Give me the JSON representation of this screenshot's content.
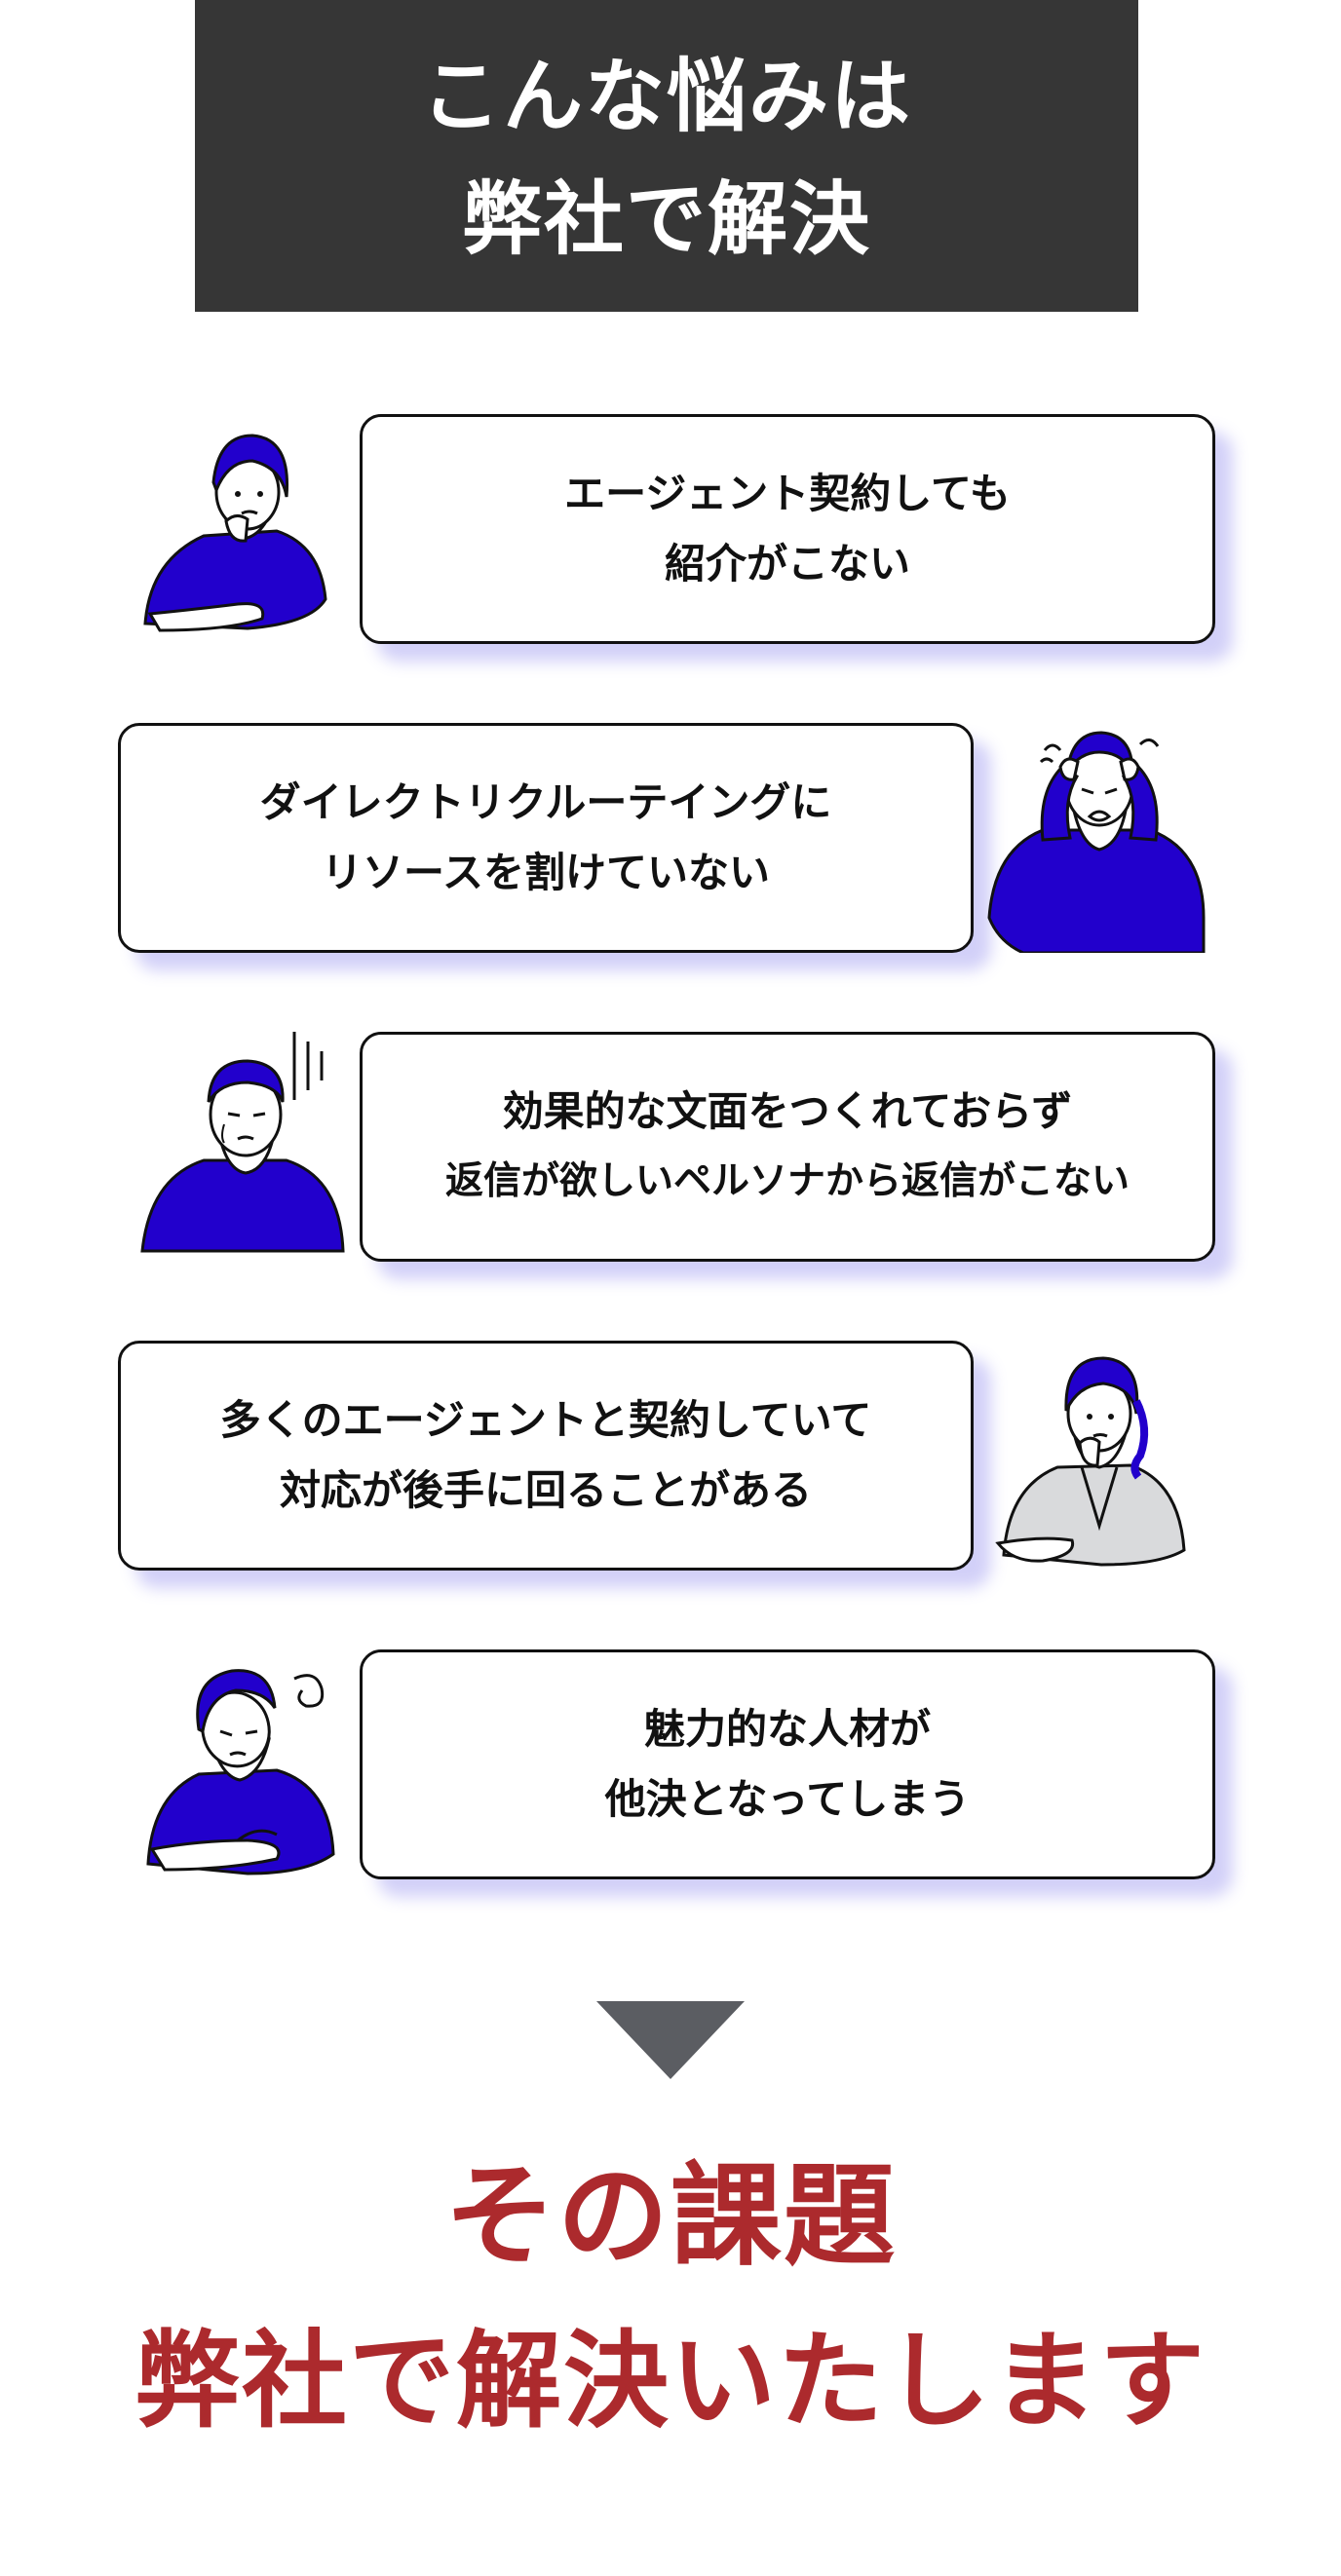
{
  "header": {
    "line1": "こんな悩みは",
    "line2": "弊社で解決"
  },
  "worries": [
    {
      "line1": "エージェント契約しても",
      "line2": "紹介がこない"
    },
    {
      "line1": "ダイレクトリクルーテイングに",
      "line2": "リソースを割けていない"
    },
    {
      "line1": "効果的な文面をつくれておらず",
      "line2": "返信が欲しいペルソナから返信がこない"
    },
    {
      "line1": "多くのエージェントと契約していて",
      "line2": "対応が後手に回ることがある"
    },
    {
      "line1": "魅力的な人材が",
      "line2": "他決となってしまう"
    }
  ],
  "illustrations": [
    "thinking-woman-icon",
    "stressed-man-icon",
    "gloomy-man-icon",
    "pondering-woman-icon",
    "tired-woman-icon"
  ],
  "conclusion": {
    "line1": "その課題",
    "line2": "弊社で解決いたします"
  },
  "colors": {
    "header_bg": "#363636",
    "header_text": "#ffffff",
    "accent_blue": "#2200cc",
    "shadow_purple": "#5e56e6",
    "arrow_gray": "#5b5d62",
    "conclusion_red": "#ac2a2d"
  }
}
